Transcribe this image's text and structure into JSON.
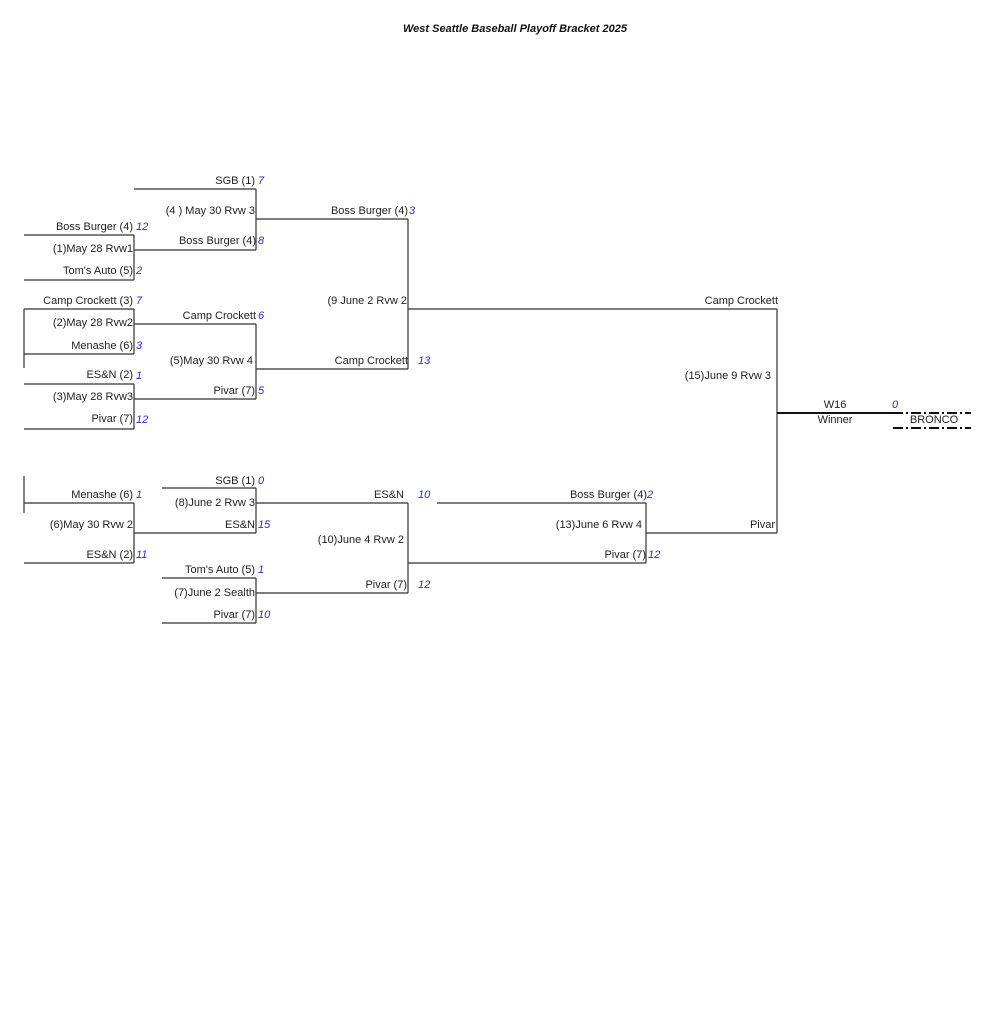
{
  "title": "West Seattle Baseball Playoff Bracket 2025",
  "r1": {
    "g1": {
      "top_team": "Boss Burger (4)",
      "top_score": "12",
      "game": "(1)May 28 Rvw1",
      "bottom_team": "Tom's Auto (5)",
      "bottom_score": "2"
    },
    "g2": {
      "top_team": "Camp Crockett (3)",
      "top_score": "7",
      "game": "(2)May 28 Rvw2",
      "bottom_team": "Menashe (6)",
      "bottom_score": "3"
    },
    "g3": {
      "top_team": "ES&N (2)",
      "top_score": "1",
      "game": "(3)May 28 Rvw3",
      "bottom_team": "Pivar (7)",
      "bottom_score": "12"
    },
    "g6": {
      "top_team": "Menashe (6)",
      "top_score": "1",
      "game": "(6)May 30 Rvw 2",
      "bottom_team": "ES&N (2)",
      "bottom_score": "11"
    }
  },
  "r2": {
    "g4": {
      "top_team": "SGB (1)",
      "top_score": "7",
      "game": "(4 ) May 30 Rvw 3",
      "bottom_team": "Boss Burger (4)",
      "bottom_score": "8"
    },
    "g5": {
      "top_team": "Camp Crockett",
      "top_score": "6",
      "game": "(5)May 30 Rvw 4",
      "bottom_team": "Pivar (7)",
      "bottom_score": "5"
    },
    "g8": {
      "top_team": "SGB (1)",
      "top_score": "0",
      "game": "(8)June 2 Rvw 3",
      "bottom_team": "ES&N",
      "bottom_score": "15"
    },
    "g7": {
      "top_team": "Tom's Auto (5)",
      "top_score": "1",
      "game": "(7)June 2 Sealth",
      "bottom_team": "Pivar (7)",
      "bottom_score": "10"
    }
  },
  "r3": {
    "g9": {
      "top_team": "Boss Burger (4)",
      "top_score": "3",
      "game": "(9 June 2 Rvw 2",
      "bottom_team": "Camp Crockett",
      "bottom_score": "13"
    },
    "g10": {
      "top_team": "ES&N",
      "top_score": "10",
      "game": "(10)June 4 Rvw 2",
      "bottom_team": "Pivar (7)",
      "bottom_score": "12"
    }
  },
  "r4": {
    "g13": {
      "top_team": "Boss Burger (4)",
      "top_score": "2",
      "game": "(13)June 6 Rvw 4",
      "bottom_team": "Pivar (7)",
      "bottom_score": "12"
    }
  },
  "final": {
    "g15": {
      "top_team": "Camp Crockett",
      "game": "(15)June 9 Rvw 3",
      "bottom_team": "Pivar"
    }
  },
  "winner": {
    "label_w16": "W16",
    "label_winner": "Winner",
    "score": "0",
    "team": "BRONCO"
  }
}
